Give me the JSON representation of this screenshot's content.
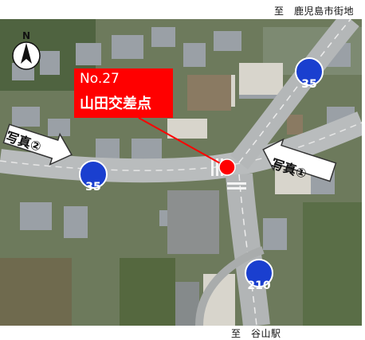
{
  "captions": {
    "top": "至　鹿児島市街地",
    "bottom": "至　谷山駅"
  },
  "intersection_label": {
    "number": "No.27",
    "name": "山田交差点"
  },
  "photo_arrows": [
    {
      "label": "写真①"
    },
    {
      "label": "写真②"
    }
  ],
  "route_signs": [
    {
      "number": "35"
    },
    {
      "number": "35"
    },
    {
      "number": "210"
    }
  ],
  "compass": {
    "letter": "N"
  },
  "colors": {
    "label_bg": "#ff0000",
    "marker": "#ff0000",
    "route_sign": "#1a3fcf"
  }
}
